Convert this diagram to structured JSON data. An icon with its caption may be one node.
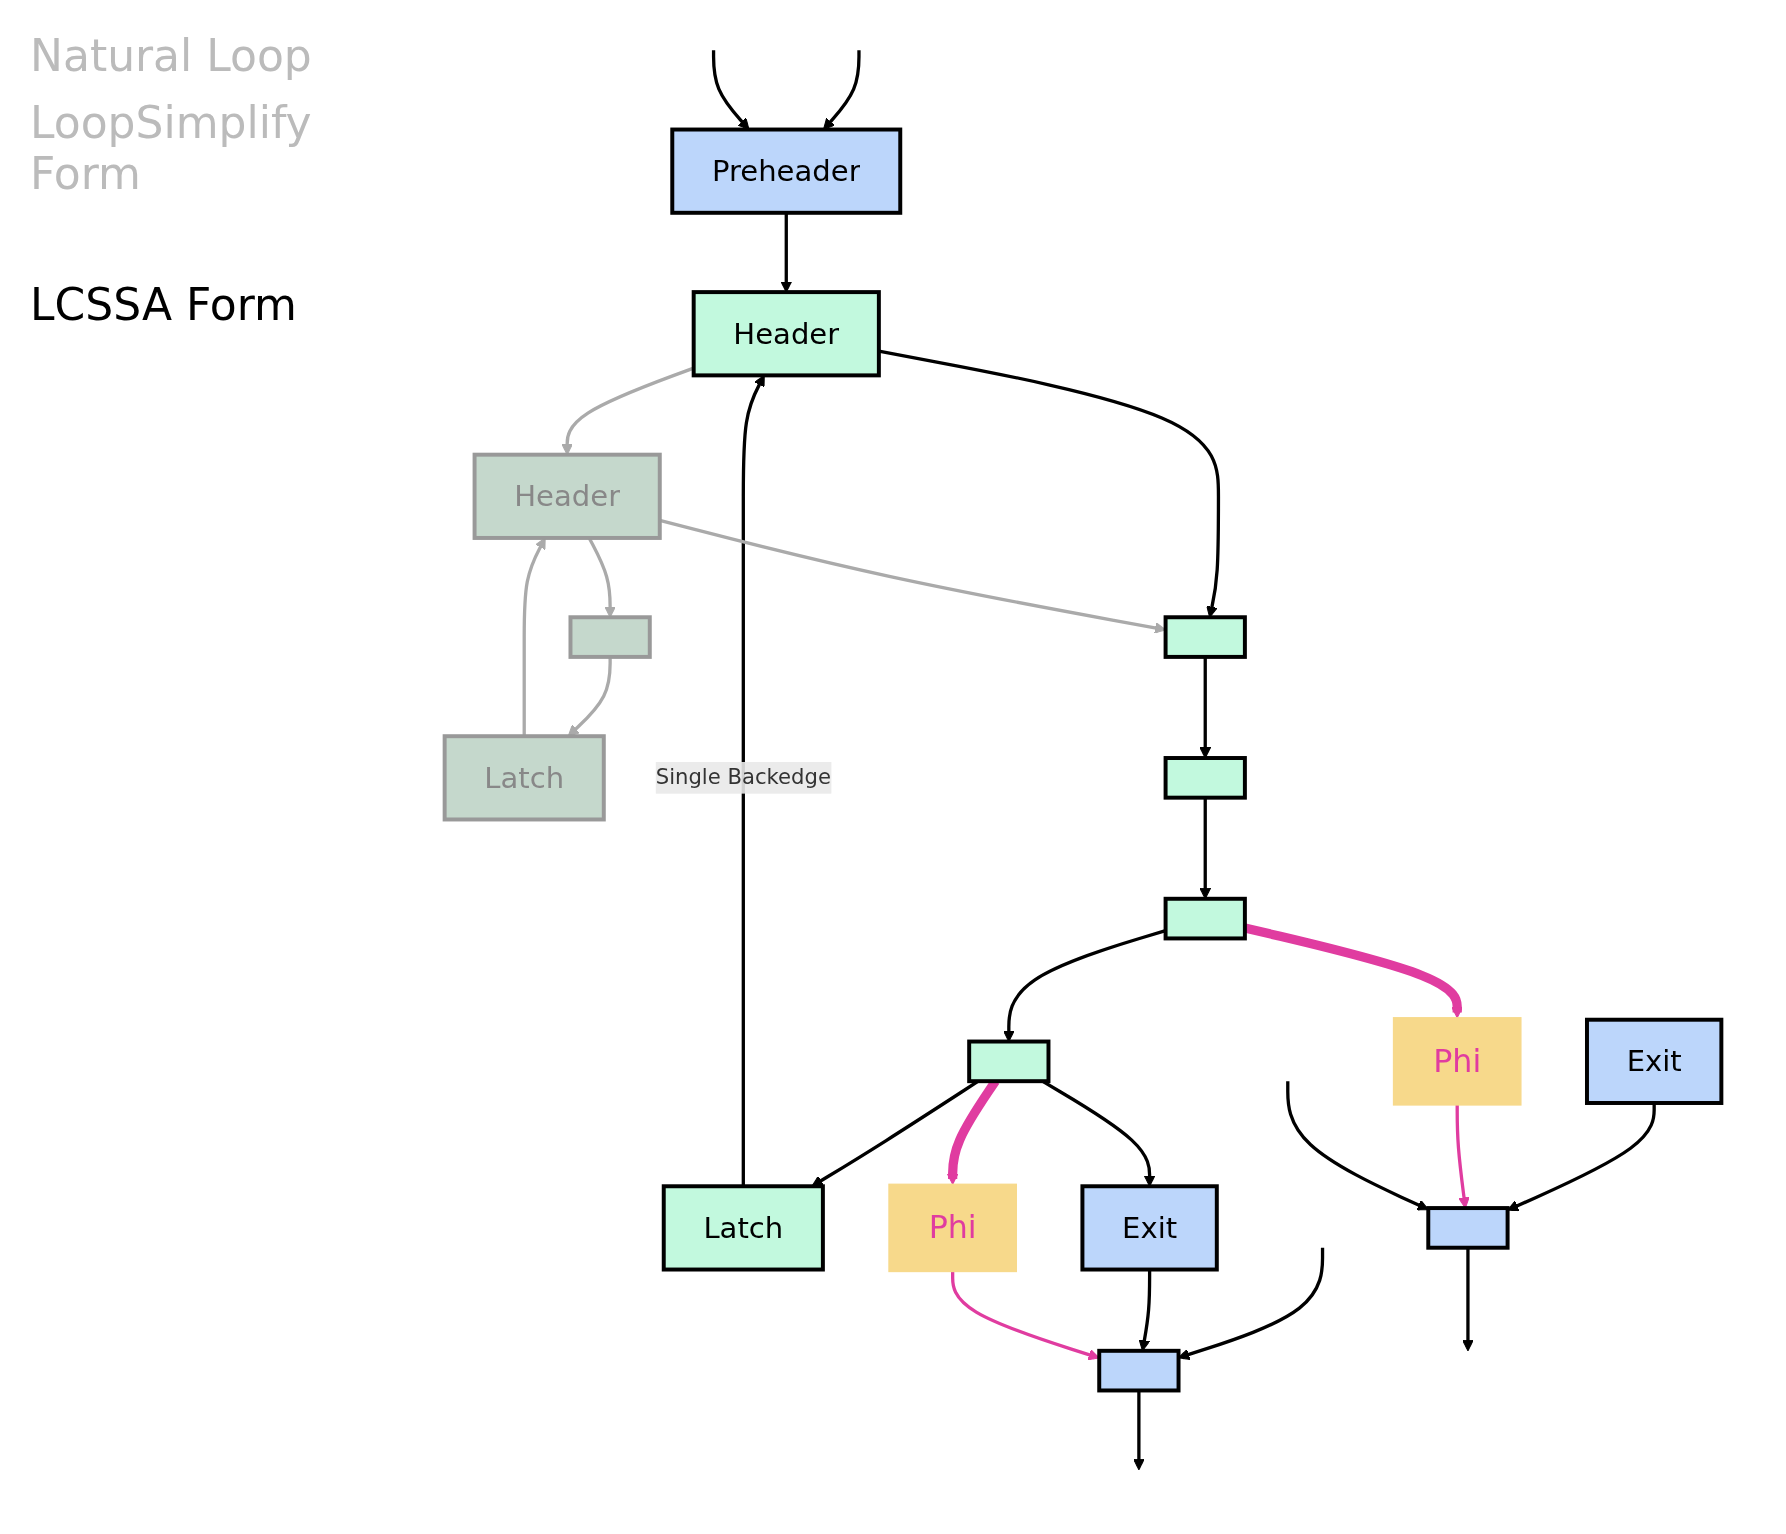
{
  "diagram": {
    "nodes": [
      {
        "text": [
          "Preheader"
        ]
      },
      {
        "text": [
          "Header"
        ]
      },
      {
        "text": [
          "Header"
        ]
      },
      {
        "text": [
          "Latch"
        ]
      },
      {
        "text": [],
        "shape": "box"
      },
      {
        "text": [],
        "shape": "box"
      },
      {
        "text": [
          "Latch"
        ]
      },
      {
        "text": [],
        "shape": "box"
      },
      {
        "text": [],
        "shape": "box"
      },
      {
        "text": [],
        "shape": "box"
      },
      {
        "text": [
          "Exit"
        ]
      },
      {
        "text": [
          "Phi"
        ]
      },
      {
        "text": [],
        "shape": "box"
      },
      {
        "text": [
          "Exit"
        ]
      },
      {
        "text": [
          "Phi"
        ]
      },
      {
        "text": [],
        "shape": "box"
      }
    ],
    "edges": [
      {
        "from": null,
        "to": 0,
        "arrow": "to"
      },
      {
        "from": null,
        "to": 0,
        "arrow": "to"
      },
      {
        "from": 0,
        "to": 1,
        "arrow": "to"
      },
      {
        "from": 3,
        "to": 1,
        "arrow": "to",
        "label": "Single Backedge"
      },
      {
        "from": 1,
        "to": 4,
        "arrow": "to"
      },
      {
        "from": 1,
        "to": 2,
        "arrow": "to",
        "color": "#aaaaaa"
      },
      {
        "from": 2,
        "to": 4,
        "arrow": "to",
        "color": "#aaaaaa"
      },
      {
        "from": 2,
        "to": 5,
        "arrow": "to",
        "color": "#aaaaaa"
      },
      {
        "from": 5,
        "to": 6,
        "arrow": "to",
        "color": "#aaaaaa"
      },
      {
        "from": 6,
        "to": 2,
        "arrow": "to",
        "color": "#aaaaaa"
      },
      {
        "from": 7,
        "to": 3,
        "arrow": "to"
      },
      {
        "from": 4,
        "to": 8,
        "arrow": "to"
      },
      {
        "from": 8,
        "to": 9,
        "arrow": "to"
      },
      {
        "from": 9,
        "to": 7,
        "arrow": "to"
      },
      {
        "from": 7,
        "to": 10,
        "arrow": "to"
      },
      {
        "from": 7,
        "to": 11,
        "arrow": "to",
        "style": "thick",
        "color": "#e03ca0"
      },
      {
        "from": null,
        "to": 12,
        "arrow": "to"
      },
      {
        "from": 10,
        "to": 12,
        "arrow": "to"
      },
      {
        "from": 11,
        "to": 12,
        "arrow": "to",
        "color": "#e03ca0"
      },
      {
        "from": 12,
        "to": null,
        "arrow": "to"
      },
      {
        "from": 9,
        "to": 14,
        "arrow": "to",
        "style": "thick",
        "color": "#e03ca0"
      },
      {
        "from": 13,
        "to": 15,
        "arrow": "to"
      },
      {
        "from": 14,
        "to": 15,
        "arrow": "to",
        "color": "#e03ca0"
      },
      {
        "from": null,
        "to": 15,
        "arrow": "to"
      },
      {
        "from": 15,
        "to": null,
        "arrow": "to"
      }
    ],
    "labels": [
      "Natural Loop",
      "LoopSimplify Form",
      "LCSSA Form"
    ]
  }
}
